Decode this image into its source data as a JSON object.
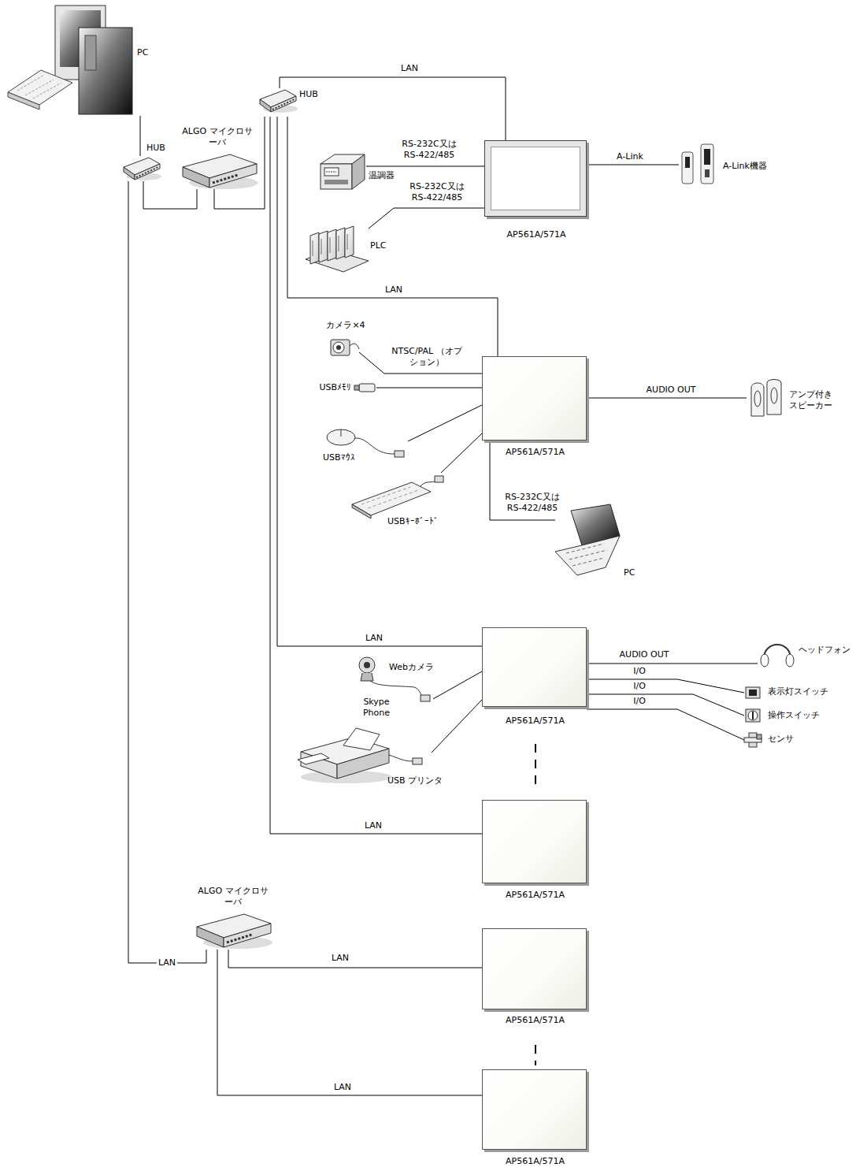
{
  "diagram": {
    "nodes": [
      {
        "text": [
          "PC"
        ]
      },
      {
        "text": [
          "HUB"
        ]
      },
      {
        "text": [
          "ALGO マイクロサーバ"
        ]
      },
      {
        "text": [
          "HUB"
        ]
      },
      {
        "text": [
          "温調器"
        ]
      },
      {
        "text": [
          "PLC"
        ]
      },
      {
        "text": [
          "AP561A/571A"
        ]
      },
      {
        "text": [
          "A-Link機器"
        ]
      },
      {
        "text": [
          "カメラ×4"
        ]
      },
      {
        "text": [
          "USBﾒﾓﾘ"
        ]
      },
      {
        "text": [
          "USBﾏｳｽ"
        ]
      },
      {
        "text": [
          "USBｷｰﾎﾞｰﾄﾞ"
        ]
      },
      {
        "text": [
          "AP561A/571A"
        ]
      },
      {
        "text": [
          "アンプ付き スピーカー"
        ]
      },
      {
        "text": [
          "PC"
        ]
      },
      {
        "text": [
          "AP561A/571A"
        ]
      },
      {
        "text": [
          "ヘッドフォン"
        ]
      },
      {
        "text": [
          "表示灯スイッチ"
        ]
      },
      {
        "text": [
          "操作スイッチ"
        ]
      },
      {
        "text": [
          "センサ"
        ]
      },
      {
        "text": [
          "Webカメラ",
          "Skype Phone"
        ]
      },
      {
        "text": [
          "USB プリンタ"
        ]
      },
      {
        "text": [
          "AP561A/571A"
        ]
      },
      {
        "text": [
          "ALGO マイクロサーバ"
        ]
      },
      {
        "text": [
          "AP561A/571A"
        ]
      },
      {
        "text": [
          "AP561A/571A"
        ]
      }
    ],
    "edges": [
      {
        "from": 0,
        "to": 1,
        "arrow": "none"
      },
      {
        "from": 1,
        "to": 2,
        "arrow": "none"
      },
      {
        "from": 2,
        "to": 3,
        "arrow": "none"
      },
      {
        "from": 3,
        "to": 6,
        "label": "LAN",
        "arrow": "none"
      },
      {
        "from": 4,
        "to": 6,
        "label": "RS-232C又は RS-422/485",
        "arrow": "none"
      },
      {
        "from": 5,
        "to": 6,
        "label": "RS-232C又は RS-422/485",
        "arrow": "none"
      },
      {
        "from": 6,
        "to": 7,
        "label": "A-Link",
        "arrow": "none"
      },
      {
        "from": 3,
        "to": 12,
        "label": "LAN",
        "arrow": "none"
      },
      {
        "from": 8,
        "to": 12,
        "label": "NTSC/PAL （オプション）",
        "arrow": "none"
      },
      {
        "from": 9,
        "to": 12,
        "arrow": "none"
      },
      {
        "from": 10,
        "to": 12,
        "arrow": "none"
      },
      {
        "from": 11,
        "to": 12,
        "arrow": "none"
      },
      {
        "from": 12,
        "to": 13,
        "label": "AUDIO OUT",
        "arrow": "none"
      },
      {
        "from": 12,
        "to": 14,
        "label": "RS-232C又は RS-422/485",
        "arrow": "none"
      },
      {
        "from": 3,
        "to": 15,
        "label": "LAN",
        "arrow": "none"
      },
      {
        "from": 20,
        "to": 15,
        "arrow": "none"
      },
      {
        "from": 21,
        "to": 15,
        "arrow": "none"
      },
      {
        "from": 15,
        "to": 16,
        "label": "AUDIO OUT",
        "arrow": "none"
      },
      {
        "from": 15,
        "to": 17,
        "label": "I/O",
        "arrow": "none"
      },
      {
        "from": 15,
        "to": 18,
        "label": "I/O",
        "arrow": "none"
      },
      {
        "from": 15,
        "to": 19,
        "label": "I/O",
        "arrow": "none"
      },
      {
        "from": 3,
        "to": 22,
        "label": "LAN",
        "arrow": "none"
      },
      {
        "from": 1,
        "to": 23,
        "label": "LAN",
        "arrow": "none"
      },
      {
        "from": 23,
        "to": 24,
        "label": "LAN",
        "arrow": "none"
      },
      {
        "from": 23,
        "to": 25,
        "label": "LAN",
        "arrow": "none"
      }
    ]
  }
}
